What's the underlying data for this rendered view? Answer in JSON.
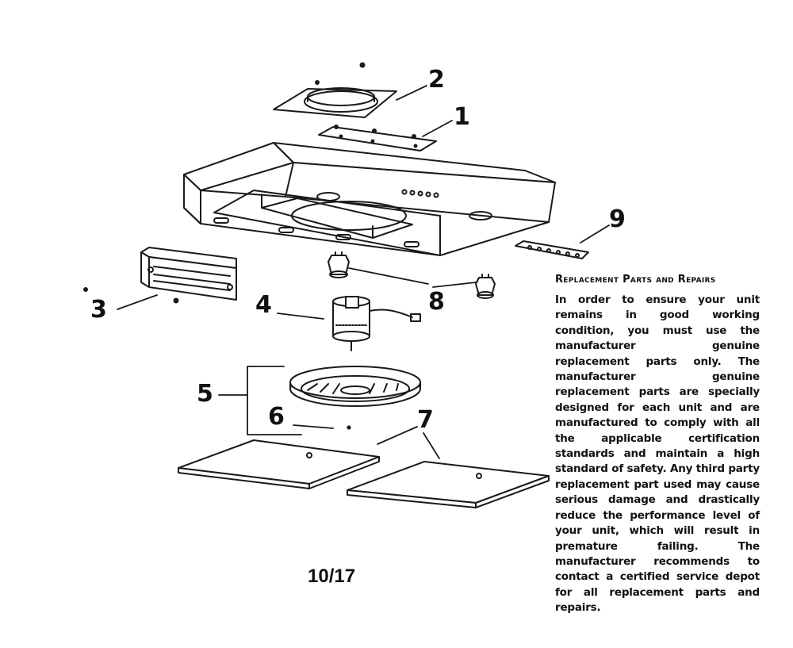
{
  "callouts": {
    "c1": "1",
    "c2": "2",
    "c3": "3",
    "c4": "4",
    "c5": "5",
    "c6": "6",
    "c7": "7",
    "c8": "8",
    "c9": "9"
  },
  "notes": {
    "title": "Replacement Parts and Repairs",
    "body": "In order to ensure your unit remains in good working condition, you must use the manufacturer genuine replacement parts only. The manufacturer genuine replacement parts are specially designed for each unit and are manufactured to comply with all the applicable certification standards and maintain a high standard of safety. Any third party replacement part used may cause serious damage and drastically reduce the performance level of your unit, which will result in premature failing. The manufacturer recommends to contact a certified service depot for all replacement parts and repairs."
  },
  "page_number": "10/17"
}
